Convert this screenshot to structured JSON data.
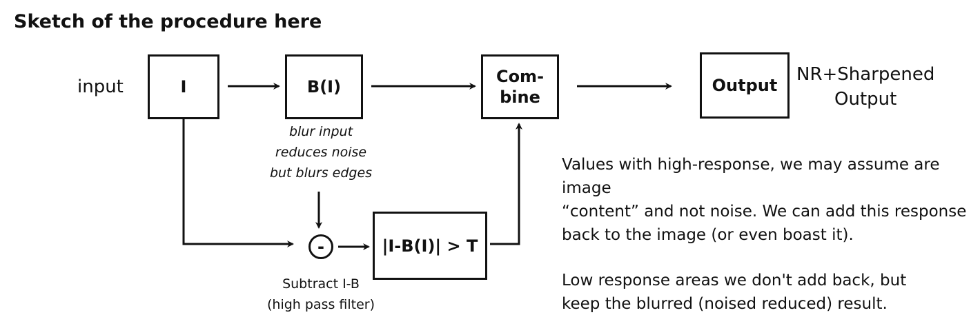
{
  "title": "Sketch of the procedure here",
  "labels": {
    "input": "input",
    "output_caption_line1": "NR+Sharpened",
    "output_caption_line2": "Output"
  },
  "boxes": {
    "input_box": "I",
    "blur_box": "B(I)",
    "combine_line1": "Com-",
    "combine_line2": "bine",
    "output_box": "Output",
    "threshold_box": "|I-B(I)| > T",
    "subtract_symbol": "-"
  },
  "notes": {
    "blur_note_1": "blur input",
    "blur_note_2": "reduces noise",
    "blur_note_3": "but blurs edges",
    "subtract_note_1": "Subtract I-B",
    "subtract_note_2": "(high pass filter)"
  },
  "explanation": {
    "p1_line1": "Values with high-response, we may assume are image",
    "p1_line2": "“content” and not noise. We can add this response",
    "p1_line3": "back to the image (or even boast it).",
    "p2_line1": "Low response areas we don't add back, but",
    "p2_line2": "keep the blurred (noised reduced) result."
  }
}
